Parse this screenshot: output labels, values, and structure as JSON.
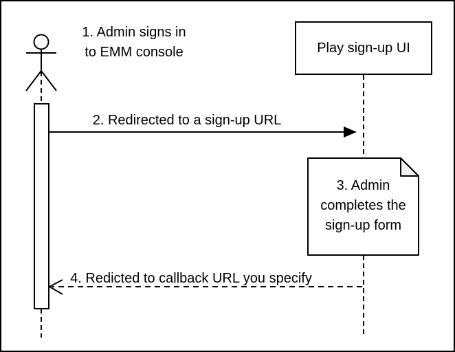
{
  "diagram_type": "uml-sequence-diagram",
  "colors": {
    "stroke": "#000000",
    "background": "#ffffff",
    "note_fold_fill": "#f2f2f2"
  },
  "actor": {
    "annotation_lines": [
      "1. Admin signs in",
      "to EMM console"
    ]
  },
  "participants": [
    {
      "label": "Play sign-up UI"
    }
  ],
  "messages": [
    {
      "label": "2. Redirected to a sign-up URL",
      "style": "solid",
      "direction": "right"
    },
    {
      "label": "4. Redicted to callback URL you specify",
      "style": "dashed",
      "direction": "left"
    }
  ],
  "note": {
    "lines": [
      "3. Admin",
      "completes the",
      "sign-up form"
    ]
  }
}
